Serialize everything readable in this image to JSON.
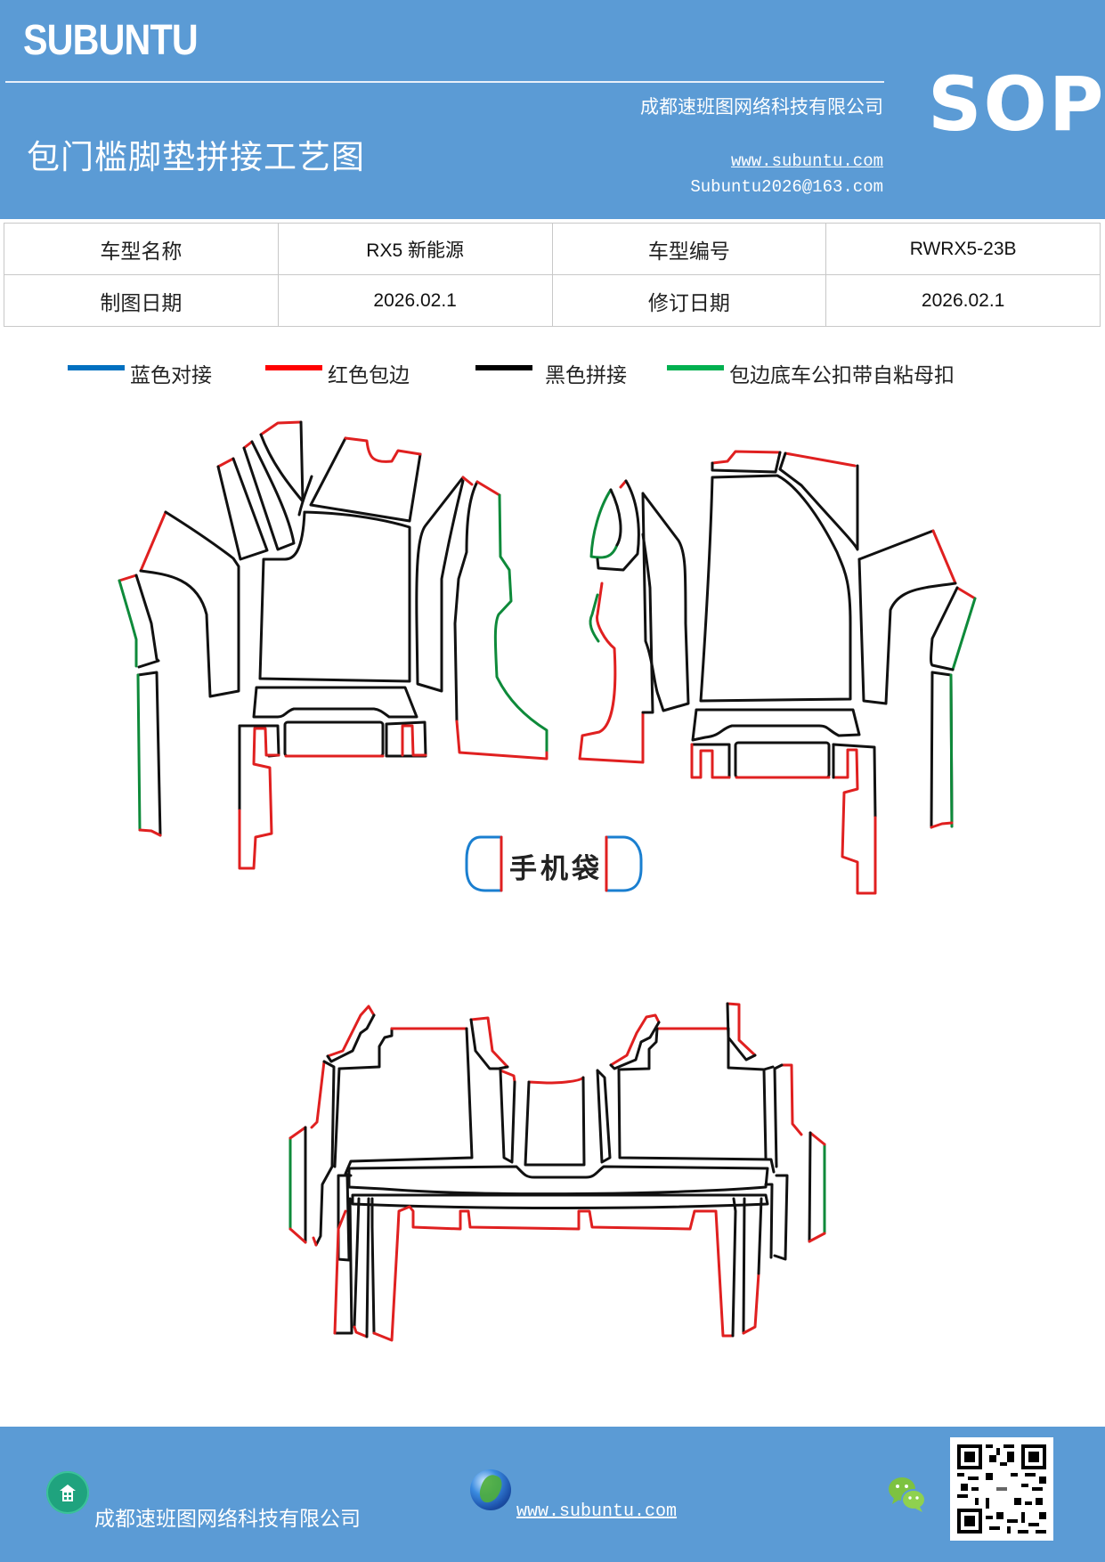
{
  "header": {
    "brand": "SUBUNTU",
    "title": "包门槛脚垫拼接工艺图",
    "company": "成都速班图网络科技有限公司",
    "website": "www.subuntu.com",
    "email": "Subuntu2026@163.com",
    "doc_type": "SOP"
  },
  "info_table": {
    "rows": [
      {
        "label1": "车型名称",
        "value1": "RX5  新能源",
        "label2": "车型编号",
        "value2": "RWRX5-23B"
      },
      {
        "label1": "制图日期",
        "value1": "2026.02.1",
        "label2": "修订日期",
        "value2": "2026.02.1"
      }
    ]
  },
  "legend": {
    "items": [
      {
        "label": "蓝色对接",
        "color": "#0070c0"
      },
      {
        "label": "红色包边",
        "color": "#ff0000"
      },
      {
        "label": "黑色拼接",
        "color": "#000000"
      },
      {
        "label": "包边底车公扣带自粘母扣",
        "color": "#00b050"
      }
    ]
  },
  "diagram": {
    "pocket_label": "手机袋",
    "colors": {
      "blue": "#1a7fd0",
      "red": "#e02020",
      "black": "#111111",
      "green": "#0e8a3a"
    }
  },
  "footer": {
    "company": "成都速班图网络科技有限公司",
    "website": "www.subuntu.com",
    "icons": [
      "building-icon",
      "globe-icon",
      "wechat-icon",
      "qr-code"
    ]
  }
}
